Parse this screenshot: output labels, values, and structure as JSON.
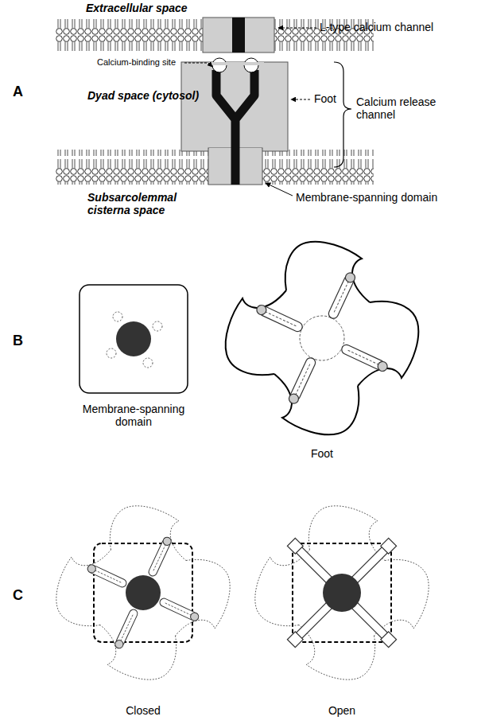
{
  "diagram": {
    "labels": [
      "A",
      "Extracellular space",
      "L-type calcium channel",
      "Calcium-binding site",
      "Dyad space (cytosol)",
      "Foot",
      "Calcium release channel",
      "Subsarcolemmal cisterna space",
      "Membrane-spanning domain",
      "B",
      "Membrane-spanning domain",
      "Foot",
      "C",
      "Closed",
      "Open"
    ]
  }
}
